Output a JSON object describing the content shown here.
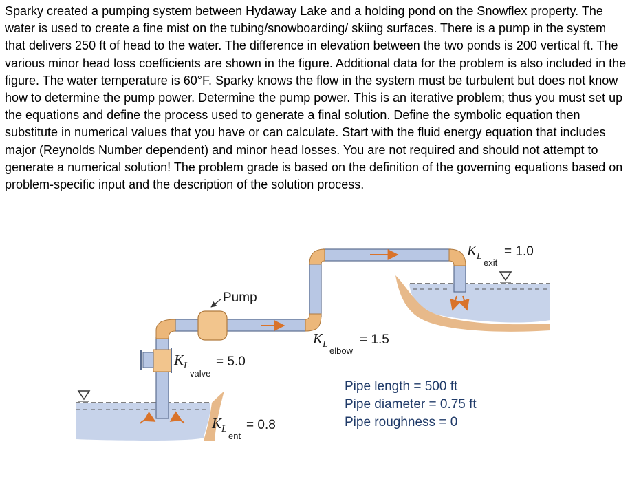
{
  "problem": {
    "text": "Sparky created a pumping system between Hydaway Lake and a holding pond on the Snowflex property.  The water is used to create a fine mist on the tubing/snowboarding/ skiing surfaces.  There is a pump in the system that delivers 250 ft of head to the water.  The difference in elevation between the two ponds is 200 vertical ft.  The various minor head loss coefficients are shown in the figure.  Additional data for the problem is also included in the figure.  The water temperature is 60°F.  Sparky knows the flow in the system must be turbulent but does not know how to determine the pump power.  Determine the pump power.  This is an iterative problem; thus you must set up the equations and define the process used to generate a final solution.  Define the symbolic equation then substitute in numerical values that you have or can calculate.  Start with the fluid energy equation that includes major (Reynolds Number dependent) and minor head losses.  You are not required and should not attempt to generate a numerical solution!  The problem grade is based on the definition of the governing equations based on problem-specific input and the description of the solution process."
  },
  "figure": {
    "pump_label": "Pump",
    "k_symbol": "K",
    "l_subscript": "L",
    "valve": {
      "sub": "valve",
      "value": "= 5.0"
    },
    "entrance": {
      "sub": "ent",
      "value": "= 0.8"
    },
    "elbow": {
      "sub": "elbow",
      "value": "= 1.5"
    },
    "exit": {
      "sub": "exit",
      "value": "= 1.0"
    },
    "pipe_length": "Pipe length = 500 ft",
    "pipe_diameter": "Pipe diameter = 0.75 ft",
    "pipe_roughness": "Pipe roughness = 0",
    "colors": {
      "water": "#c7d3ea",
      "pipe": "#b8c7e4",
      "pipe_outline": "#5d6f90",
      "elbow": "#ecb77a",
      "pump": "#f2c58d",
      "ground": "#e7b98a",
      "flow_arrow": "#d9732a"
    }
  }
}
